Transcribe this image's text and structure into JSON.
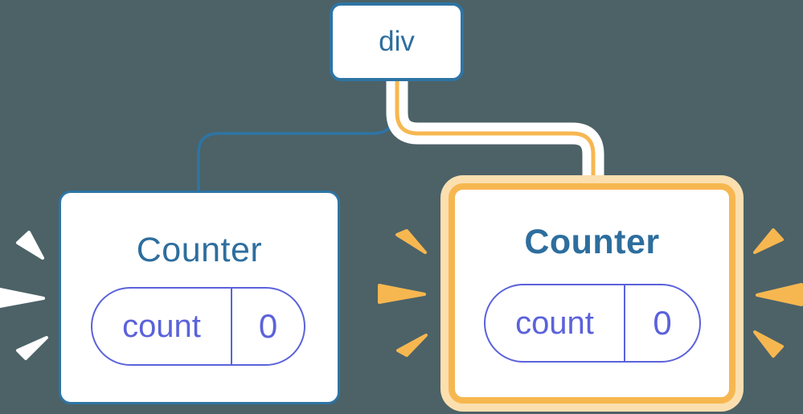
{
  "diagram": {
    "root_node": {
      "label": "div"
    },
    "left_counter": {
      "title": "Counter",
      "highlighted": false,
      "pill": {
        "key": "count",
        "value": "0"
      }
    },
    "right_counter": {
      "title": "Counter",
      "highlighted": true,
      "pill": {
        "key": "count",
        "value": "0"
      }
    }
  },
  "colors": {
    "background": "#4C6267",
    "node_blue": "#2E74A4",
    "title_blue": "#2D6E9E",
    "pill_purple": "#5B62DB",
    "highlight_orange": "#F7B750",
    "highlight_peach": "#FBDFAF",
    "edge_white": "#FFFFFF"
  }
}
